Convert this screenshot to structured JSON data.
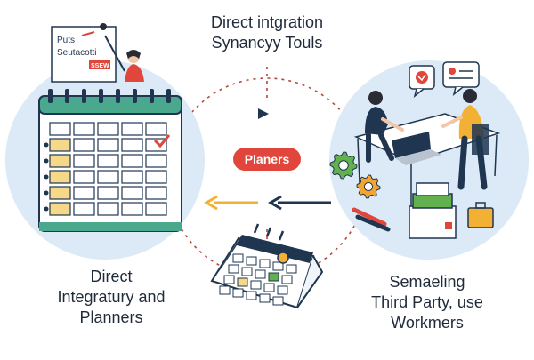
{
  "title": {
    "line1": "Direct intgration",
    "line2": "Synancyy Touls"
  },
  "center_badge": "Planers",
  "left_caption": {
    "line1": "Direct",
    "line2": "Integratury and",
    "line3": "Planners"
  },
  "right_caption": {
    "line1": "Semaeling",
    "line2": "Third Party, use",
    "line3": "Workmers"
  },
  "calendar_note": {
    "line1": "Puts",
    "line2": "Seutacotti",
    "tag": "SSEW"
  },
  "calendar_columns": [
    "",
    "",
    "",
    "",
    ""
  ],
  "colors": {
    "accent": "#e0463c",
    "navy": "#1f3550",
    "circle_fill": "#dbeaf6",
    "calendar_green": "#4aa88c",
    "highlight_yellow": "#f5d889",
    "arrow_orange": "#f2b134",
    "gear_green": "#62b04e",
    "gear_orange": "#f2a530"
  }
}
